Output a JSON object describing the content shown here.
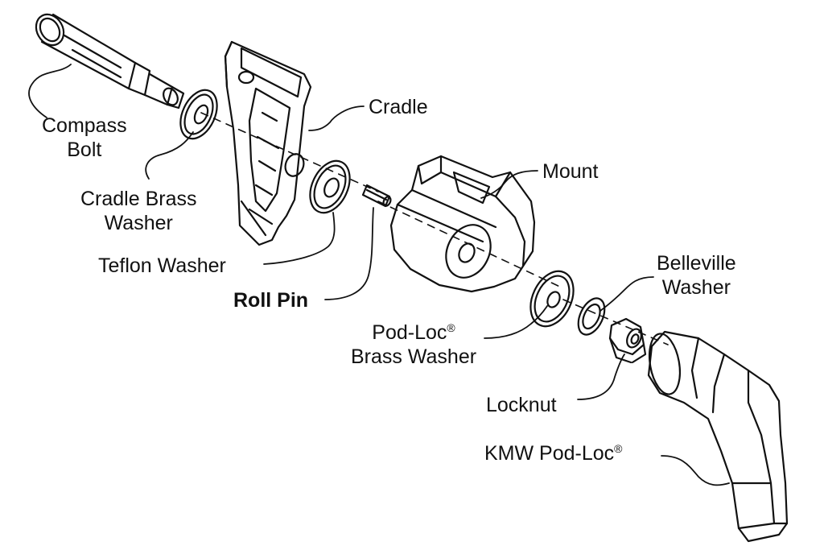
{
  "labels": {
    "compass_bolt": {
      "line1": "Compass",
      "line2": "Bolt"
    },
    "cradle": "Cradle",
    "cradle_brass_washer": {
      "line1": "Cradle Brass",
      "line2": "Washer"
    },
    "teflon_washer": "Teflon Washer",
    "roll_pin": "Roll Pin",
    "mount": "Mount",
    "belleville_washer": {
      "line1": "Belleville",
      "line2": "Washer"
    },
    "pod_loc_brass_washer": {
      "line1": "Pod-Loc",
      "line2": "Brass Washer"
    },
    "locknut": "Locknut",
    "kmw_pod_loc": "KMW Pod-Loc",
    "registered_mark": "®"
  },
  "colors": {
    "line": "#111111",
    "background": "#ffffff"
  }
}
